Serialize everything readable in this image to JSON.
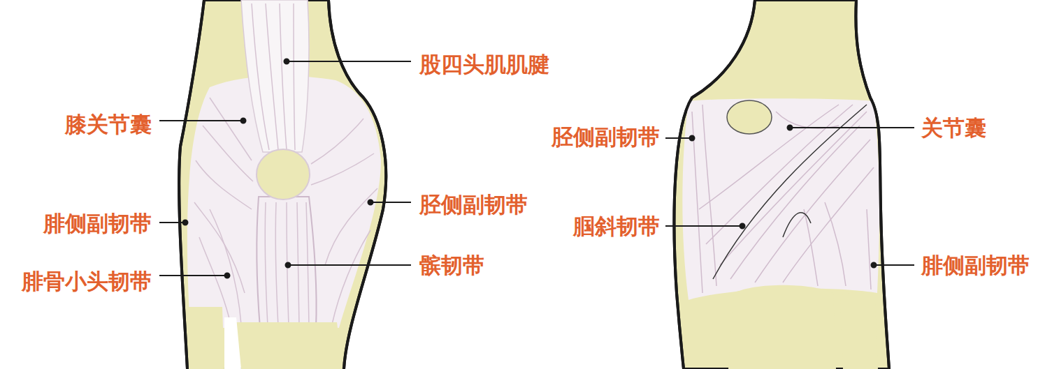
{
  "diagram": {
    "labels": [
      "股四头肌肌腱",
      "膝关节囊",
      "胫侧副韧带",
      "腓侧副韧带",
      "髌韧带",
      "腓骨小头韧带",
      "胫侧副韧带",
      "关节囊",
      "腘斜韧带",
      "腓侧副韧带"
    ]
  }
}
